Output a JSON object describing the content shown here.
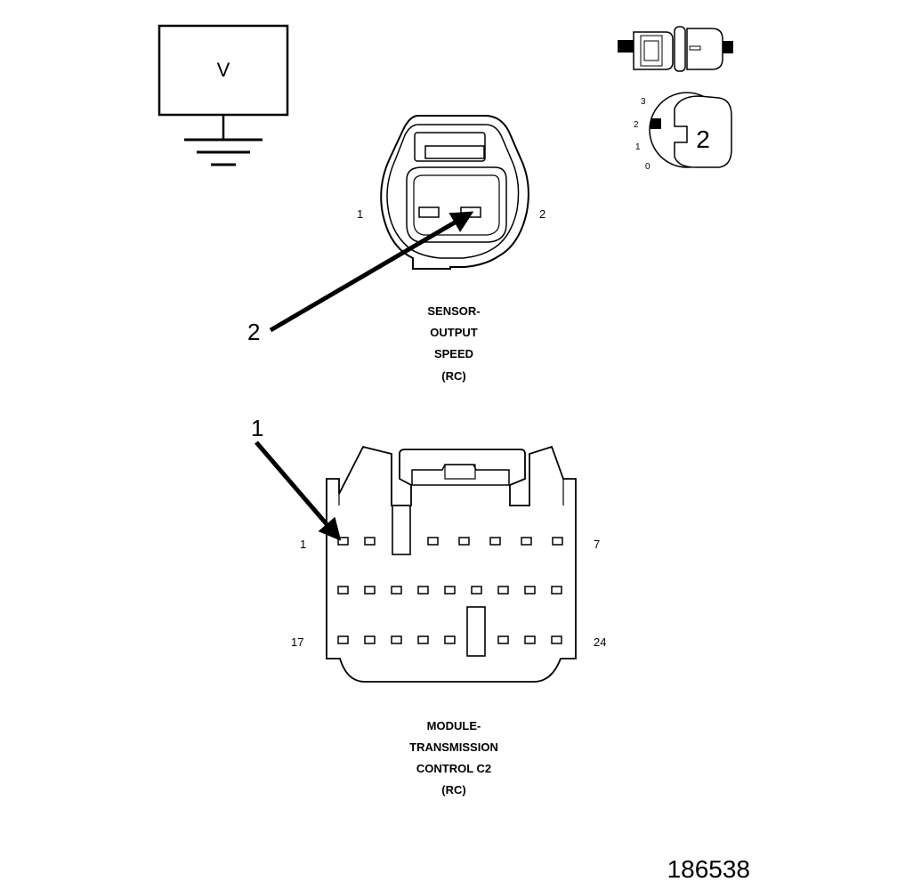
{
  "meter": {
    "symbol": "V"
  },
  "switch_legend": {
    "positions": [
      "3",
      "2",
      "1",
      "0"
    ],
    "selected_number": "2"
  },
  "sensor": {
    "title_lines": [
      "SENSOR-",
      "OUTPUT",
      "SPEED",
      "(RC)"
    ],
    "pin_left": "1",
    "pin_right": "2"
  },
  "module": {
    "title_lines": [
      "MODULE-",
      "TRANSMISSION",
      "CONTROL C2",
      "(RC)"
    ],
    "pin_top_left": "1",
    "pin_top_right": "7",
    "pin_bottom_left": "17",
    "pin_bottom_right": "24"
  },
  "callouts": {
    "one": "1",
    "two": "2"
  },
  "figure_number": "186538"
}
